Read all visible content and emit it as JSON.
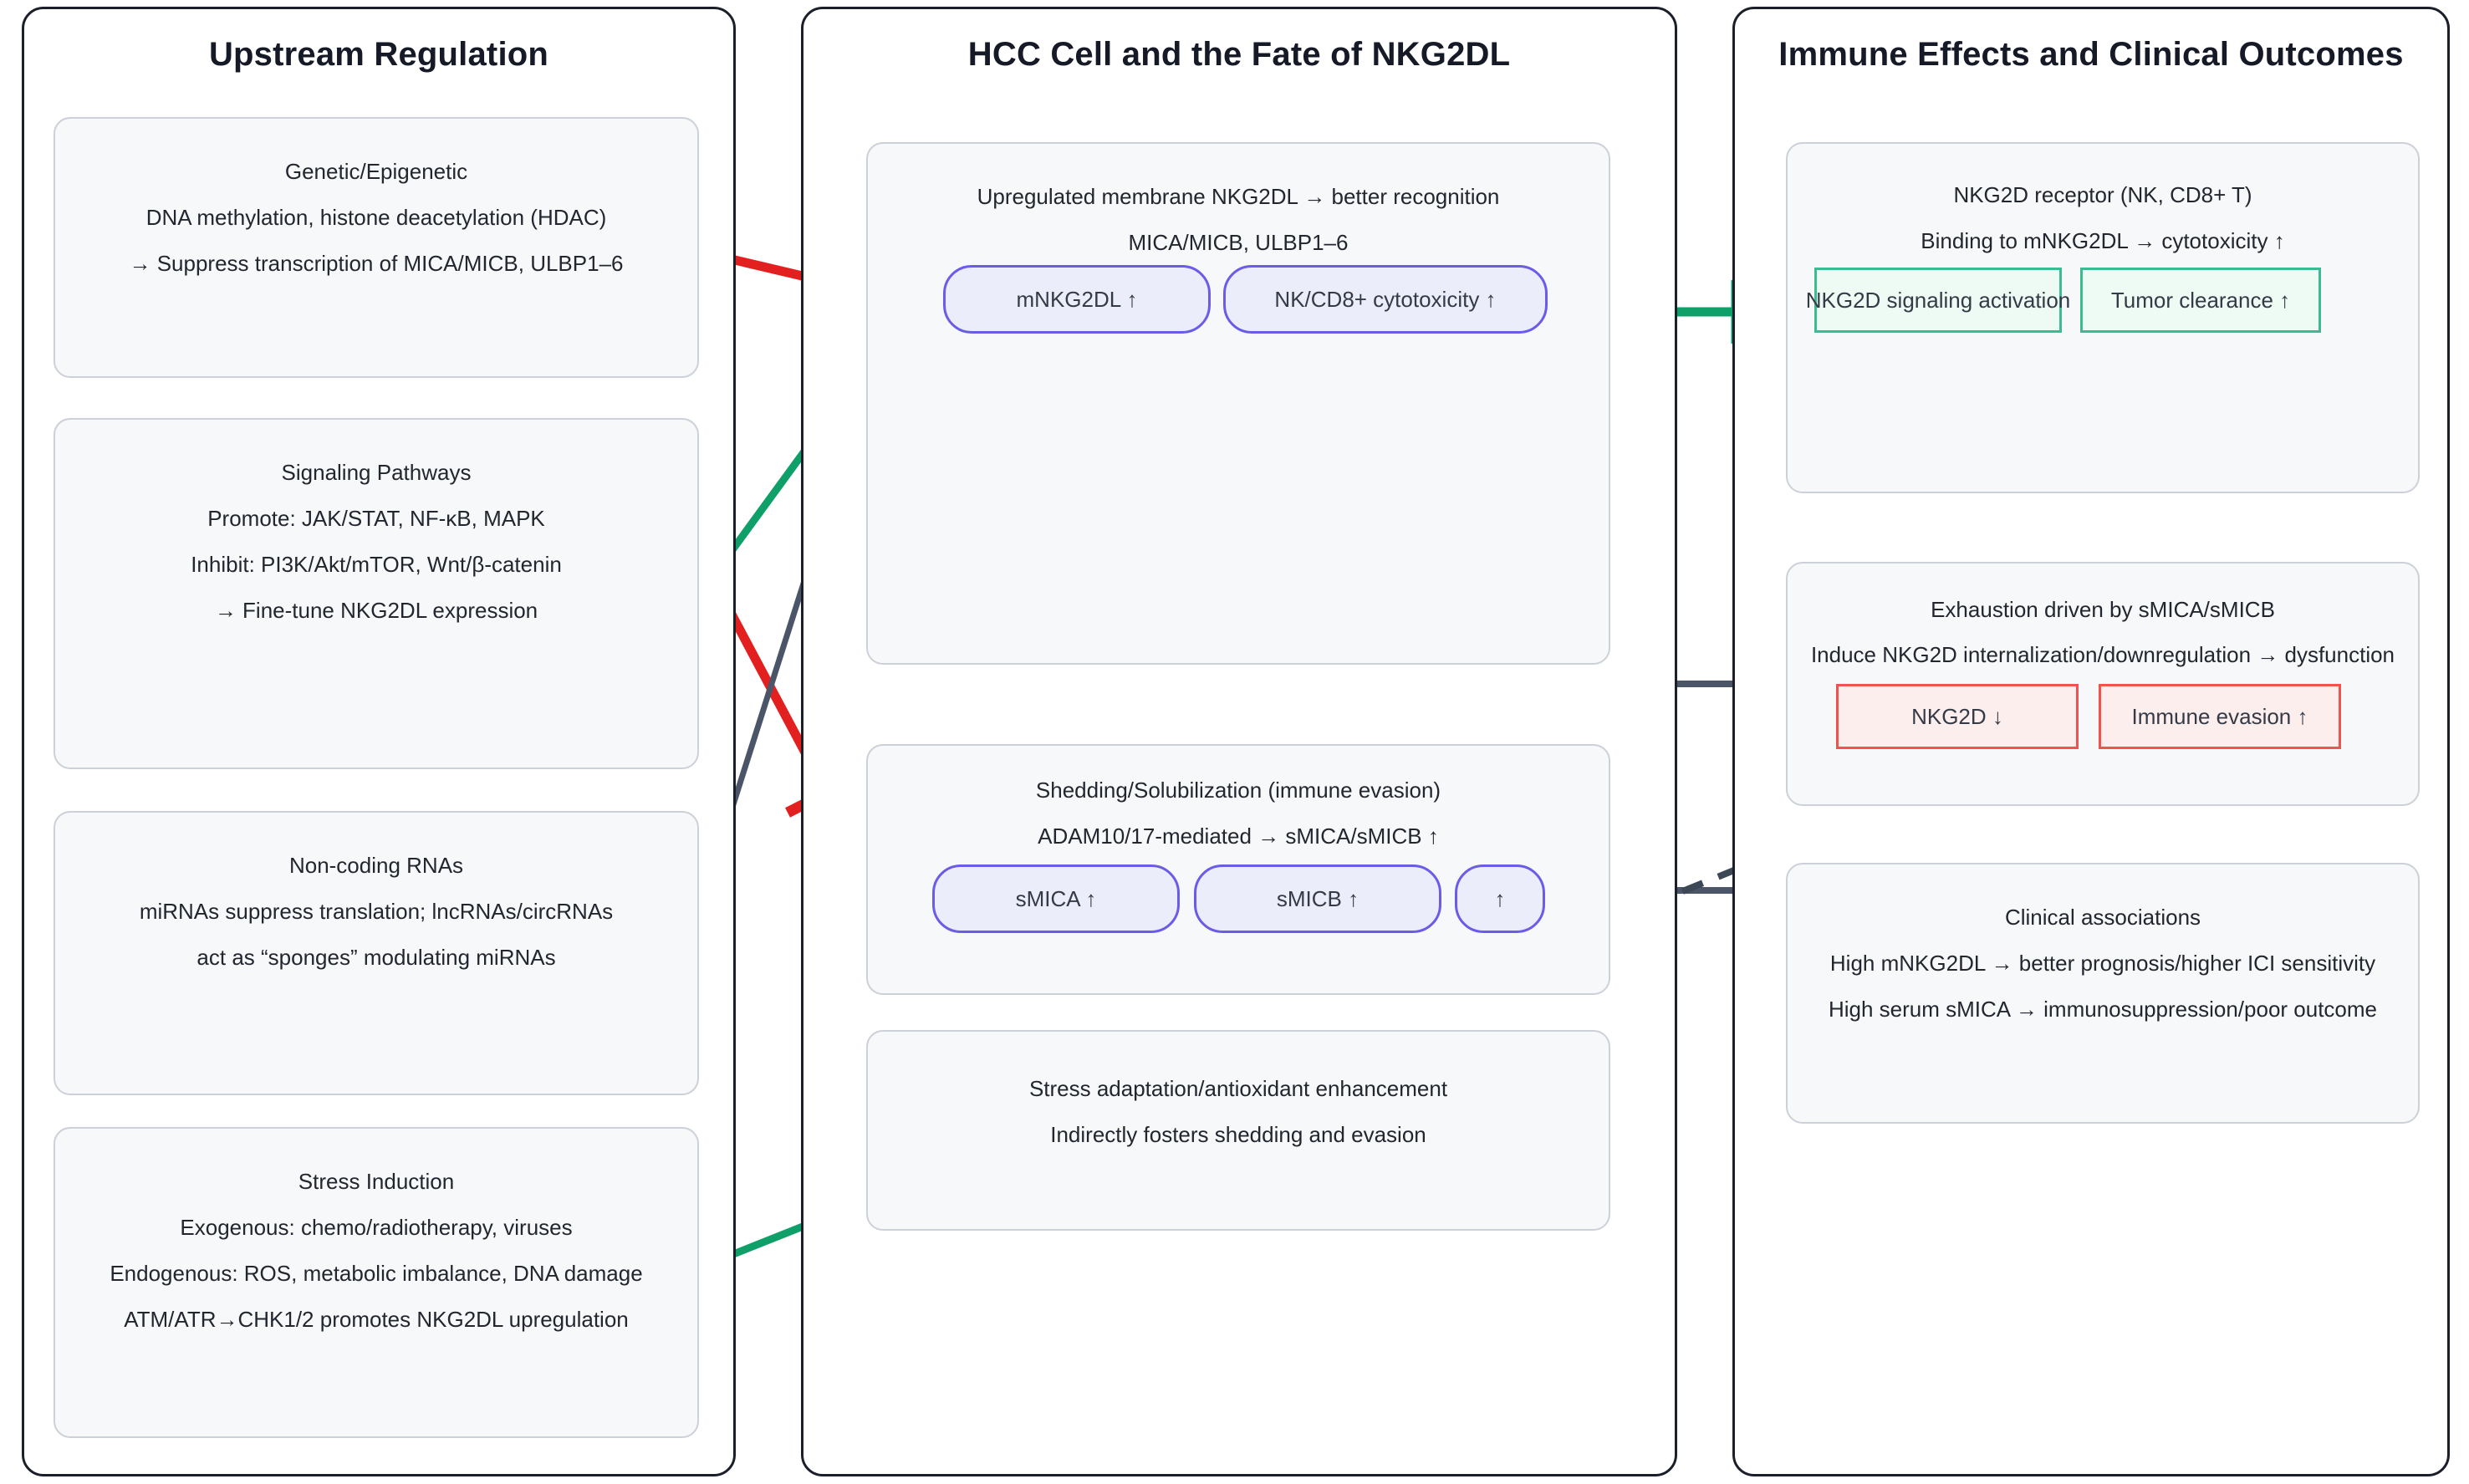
{
  "colors": {
    "panel_border": "#1b1f2a",
    "card_bg": "#f7f8fa",
    "card_border": "#ccd0d8",
    "pill_border": "#6b5ce8",
    "pill_bg": "#ebedfb",
    "green_arrow": "#0f9f69",
    "red_inhibit": "#e32020",
    "gray_arrow": "#4a5568",
    "green_chip_border": "#3cba92",
    "green_chip_bg": "#eefaf4",
    "red_chip_border": "#f0534f",
    "red_chip_bg": "#fdeeee"
  },
  "panels": [
    {
      "id": "upstream",
      "title": "Upstream Regulation"
    },
    {
      "id": "hcc",
      "title": "HCC Cell and the Fate of NKG2DL"
    },
    {
      "id": "immune",
      "title": "Immune Effects and Clinical Outcomes"
    }
  ],
  "upstream": {
    "cards": [
      {
        "id": "genetic",
        "lines": [
          "Genetic/Epigenetic",
          "DNA methylation, histone deacetylation (HDAC)",
          "→ Suppress transcription of MICA/MICB, ULBP1–6"
        ]
      },
      {
        "id": "signaling",
        "lines": [
          "Signaling Pathways",
          "Promote: JAK/STAT, NF-κB, MAPK",
          "Inhibit: PI3K/Akt/mTOR, Wnt/β-catenin",
          "→ Fine-tune NKG2DL expression"
        ]
      },
      {
        "id": "ncrna",
        "lines": [
          "Non-coding RNAs",
          "miRNAs suppress translation; lncRNAs/circRNAs",
          "act as “sponges” modulating miRNAs"
        ]
      },
      {
        "id": "stress",
        "lines": [
          "Stress Induction",
          "Exogenous: chemo/radiotherapy, viruses",
          "Endogenous: ROS, metabolic imbalance, DNA damage",
          "ATM/ATR→CHK1/2 promotes NKG2DL upregulation"
        ]
      }
    ]
  },
  "hcc": {
    "cards": [
      {
        "id": "upreg",
        "lines": [
          "Upregulated membrane NKG2DL → better recognition",
          "MICA/MICB, ULBP1–6"
        ],
        "pills": [
          "mNKG2DL ↑",
          "NK/CD8+ cytotoxicity ↑"
        ]
      },
      {
        "id": "shedding",
        "lines": [
          "Shedding/Solubilization (immune evasion)",
          "ADAM10/17-mediated → sMICA/sMICB ↑"
        ],
        "pills": [
          "sMICA ↑",
          "sMICB ↑",
          "↑"
        ]
      },
      {
        "id": "stressadapt",
        "lines": [
          "Stress adaptation/antioxidant enhancement",
          "Indirectly fosters shedding and evasion"
        ],
        "pills": []
      }
    ]
  },
  "immune": {
    "cards": [
      {
        "id": "receptor",
        "lines": [
          "NKG2D receptor (NK, CD8+ T)",
          "Binding to mNKG2DL → cytotoxicity ↑"
        ],
        "chips": [
          {
            "label": "NKG2D signaling activation",
            "tone": "green"
          },
          {
            "label": "Tumor clearance ↑",
            "tone": "green"
          }
        ]
      },
      {
        "id": "exhaustion",
        "lines": [
          "Exhaustion driven by sMICA/sMICB",
          "Induce NKG2D internalization/downregulation → dysfunction"
        ],
        "chips": [
          {
            "label": "NKG2D ↓",
            "tone": "red"
          },
          {
            "label": "Immune evasion ↑",
            "tone": "red"
          }
        ]
      },
      {
        "id": "clinical",
        "lines": [
          "Clinical associations",
          "High mNKG2DL → better prognosis/higher ICI sensitivity",
          "High serum sMICA → immunosuppression/poor outcome"
        ],
        "chips": []
      }
    ]
  },
  "connectors": [
    {
      "id": "genetic-inhibits-upreg",
      "kind": "inhibit",
      "color": "#e32020"
    },
    {
      "id": "signaling-inhibits-shedding",
      "kind": "inhibit",
      "color": "#e32020"
    },
    {
      "id": "signaling-promotes-upreg",
      "kind": "arrow",
      "color": "#0f9f69"
    },
    {
      "id": "ncrna-modulates-upreg",
      "kind": "arrow",
      "color": "#4a5568"
    },
    {
      "id": "stress-promotes-adaptation",
      "kind": "arrow",
      "color": "#0f9f69"
    },
    {
      "id": "upreg-to-receptor",
      "kind": "arrow",
      "color": "#0f9f69"
    },
    {
      "id": "hcc-to-exhaustion",
      "kind": "arrow",
      "color": "#4a5568"
    },
    {
      "id": "shedding-to-clinical",
      "kind": "arrow",
      "color": "#4a5568"
    },
    {
      "id": "exhaustion-to-stressadapt",
      "kind": "dashed",
      "color": "#3d4857"
    }
  ]
}
